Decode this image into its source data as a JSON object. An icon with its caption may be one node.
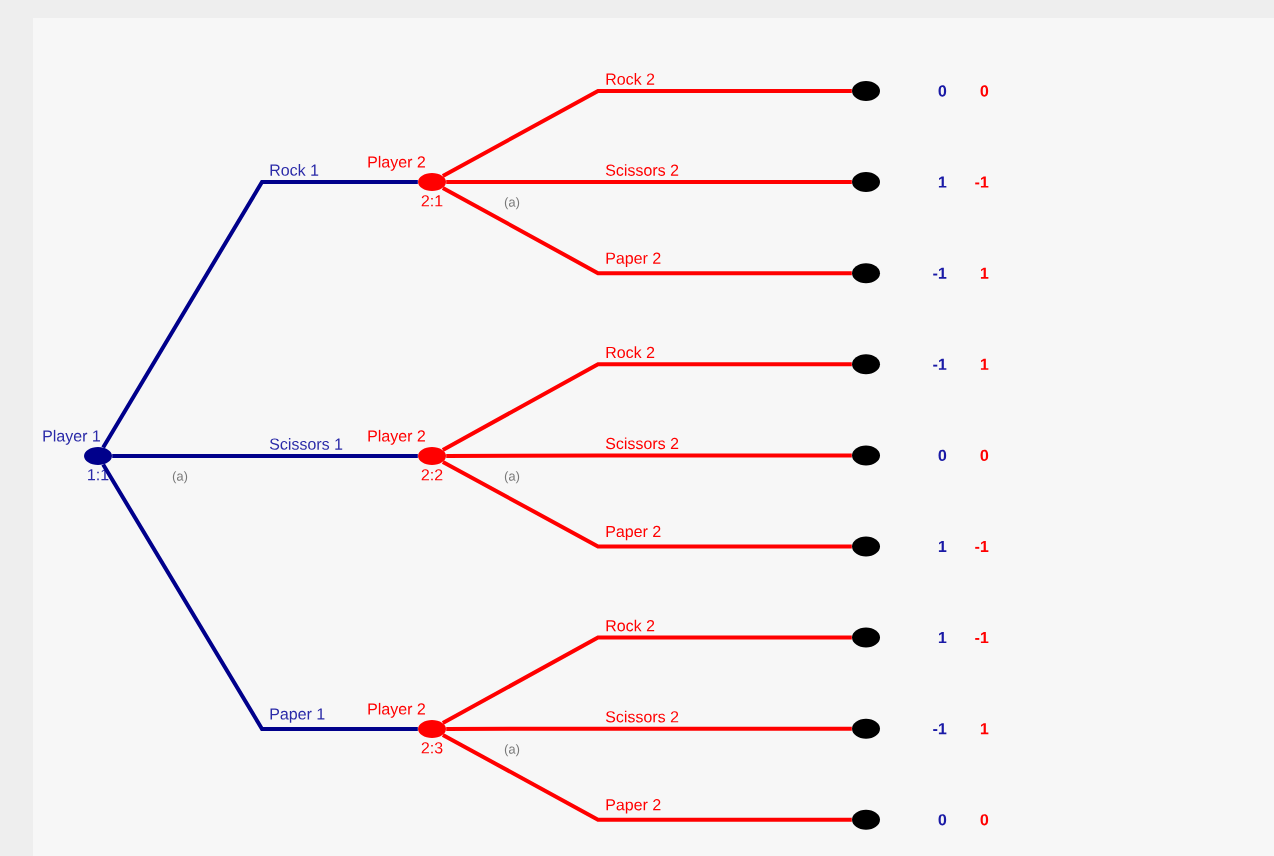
{
  "diagram": {
    "nodes": [
      {
        "text": [
          "Player 1"
        ],
        "beside": [
          "1:1"
        ]
      },
      {
        "text": [
          "Player 2"
        ],
        "beside": [
          "2:1"
        ]
      },
      {
        "text": [
          "Player 2"
        ],
        "beside": [
          "2:2"
        ]
      },
      {
        "text": [
          "Player 2"
        ],
        "beside": [
          "2:3"
        ]
      },
      {
        "text": [],
        "shape": "circle",
        "beside": [
          "0",
          "0"
        ]
      },
      {
        "text": [],
        "shape": "circle",
        "beside": [
          "1",
          "-1"
        ]
      },
      {
        "text": [],
        "shape": "circle",
        "beside": [
          "-1",
          "1"
        ]
      },
      {
        "text": [],
        "shape": "circle",
        "beside": [
          "-1",
          "1"
        ]
      },
      {
        "text": [],
        "shape": "circle",
        "beside": [
          "0",
          "0"
        ]
      },
      {
        "text": [],
        "shape": "circle",
        "beside": [
          "1",
          "-1"
        ]
      },
      {
        "text": [],
        "shape": "circle",
        "beside": [
          "1",
          "-1"
        ]
      },
      {
        "text": [],
        "shape": "circle",
        "beside": [
          "-1",
          "1"
        ]
      },
      {
        "text": [],
        "shape": "circle",
        "beside": [
          "0",
          "0"
        ]
      }
    ],
    "edges": [
      {
        "from": 0,
        "to": 1,
        "arrow": "none",
        "label": "Rock 1",
        "color": "#00008b"
      },
      {
        "from": 0,
        "to": 2,
        "arrow": "none",
        "label": "Scissors 1",
        "color": "#00008b"
      },
      {
        "from": 0,
        "to": 3,
        "arrow": "none",
        "label": "Paper 1",
        "color": "#00008b"
      },
      {
        "from": 1,
        "to": 4,
        "arrow": "none",
        "label": "Rock 2"
      },
      {
        "from": 1,
        "to": 5,
        "arrow": "none",
        "label": "Scissors 2"
      },
      {
        "from": 1,
        "to": 6,
        "arrow": "none",
        "label": "Paper 2"
      },
      {
        "from": 2,
        "to": 7,
        "arrow": "none",
        "label": "Rock 2"
      },
      {
        "from": 2,
        "to": 8,
        "arrow": "none",
        "label": "Scissors 2"
      },
      {
        "from": 2,
        "to": 9,
        "arrow": "none",
        "label": "Paper 2"
      },
      {
        "from": 3,
        "to": 10,
        "arrow": "none",
        "label": "Rock 2"
      },
      {
        "from": 3,
        "to": 11,
        "arrow": "none",
        "label": "Scissors 2"
      },
      {
        "from": 3,
        "to": 12,
        "arrow": "none",
        "label": "Paper 2"
      }
    ],
    "labels": [
      "(a)",
      "(a)",
      "(a)",
      "(a)"
    ]
  }
}
